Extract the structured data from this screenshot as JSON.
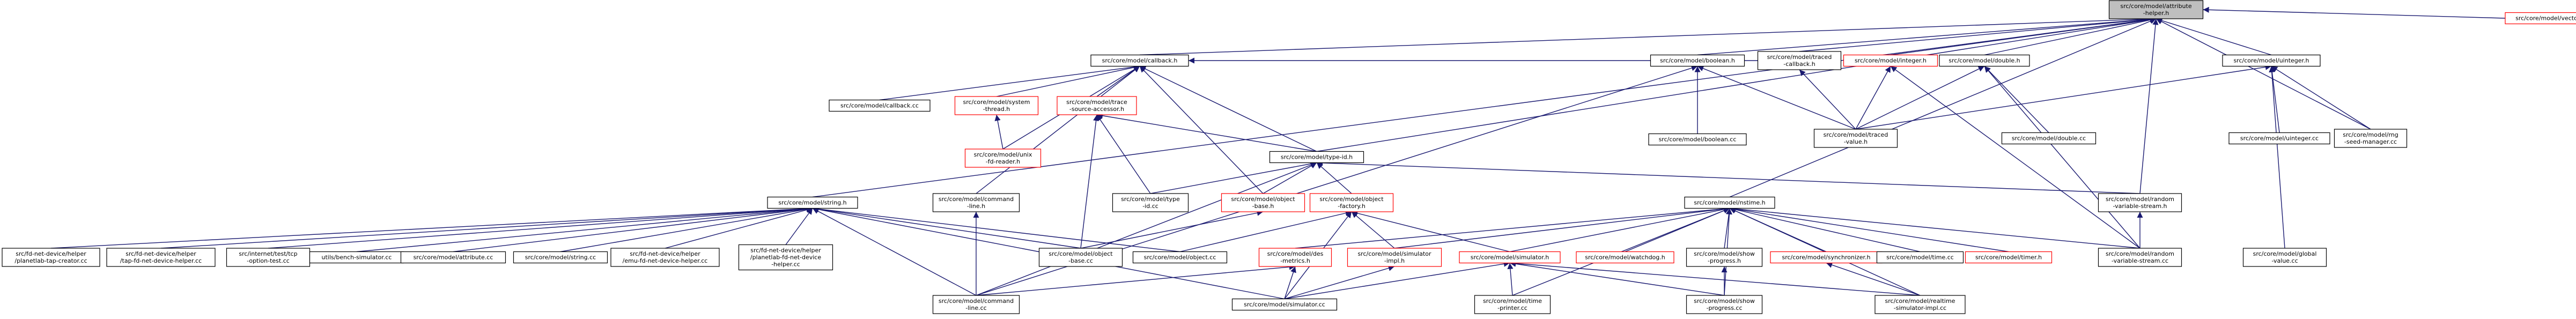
{
  "graph": {
    "nodes": [
      {
        "id": "attr",
        "lines": [
          "src/core/model/attribute",
          "-helper.h"
        ],
        "style": "target"
      },
      {
        "id": "vector",
        "lines": [
          "src/core/model/vector.h"
        ],
        "style": "red"
      },
      {
        "id": "callback",
        "lines": [
          "src/core/model/callback.h"
        ],
        "style": "black"
      },
      {
        "id": "boolean_h",
        "lines": [
          "src/core/model/boolean.h"
        ],
        "style": "black"
      },
      {
        "id": "traced_cb",
        "lines": [
          "src/core/model/traced",
          "-callback.h"
        ],
        "style": "black"
      },
      {
        "id": "integer_h",
        "lines": [
          "src/core/model/integer.h"
        ],
        "style": "red"
      },
      {
        "id": "double_h",
        "lines": [
          "src/core/model/double.h"
        ],
        "style": "black"
      },
      {
        "id": "uinteger_h",
        "lines": [
          "src/core/model/uinteger.h"
        ],
        "style": "black"
      },
      {
        "id": "callback_cc",
        "lines": [
          "src/core/model/callback.cc"
        ],
        "style": "black"
      },
      {
        "id": "sys_thread",
        "lines": [
          "src/core/model/system",
          "-thread.h"
        ],
        "style": "red"
      },
      {
        "id": "trace_src",
        "lines": [
          "src/core/model/trace",
          "-source-accessor.h"
        ],
        "style": "red"
      },
      {
        "id": "unix_fd",
        "lines": [
          "src/core/model/unix",
          "-fd-reader.h"
        ],
        "style": "red"
      },
      {
        "id": "type_id_h",
        "lines": [
          "src/core/model/type-id.h"
        ],
        "style": "black"
      },
      {
        "id": "boolean_cc",
        "lines": [
          "src/core/model/boolean.cc"
        ],
        "style": "black"
      },
      {
        "id": "traced_val",
        "lines": [
          "src/core/model/traced",
          "-value.h"
        ],
        "style": "black"
      },
      {
        "id": "double_cc",
        "lines": [
          "src/core/model/double.cc"
        ],
        "style": "black"
      },
      {
        "id": "uinteger_cc",
        "lines": [
          "src/core/model/uinteger.cc"
        ],
        "style": "black"
      },
      {
        "id": "rng_seed",
        "lines": [
          "src/core/model/rng",
          "-seed-manager.cc"
        ],
        "style": "black"
      },
      {
        "id": "string_h",
        "lines": [
          "src/core/model/string.h"
        ],
        "style": "black"
      },
      {
        "id": "cmdline_h",
        "lines": [
          "src/core/model/command",
          "-line.h"
        ],
        "style": "black"
      },
      {
        "id": "type_id_cc",
        "lines": [
          "src/core/model/type",
          "-id.cc"
        ],
        "style": "black"
      },
      {
        "id": "obj_base_h",
        "lines": [
          "src/core/model/object",
          "-base.h"
        ],
        "style": "red"
      },
      {
        "id": "obj_factory",
        "lines": [
          "src/core/model/object",
          "-factory.h"
        ],
        "style": "red"
      },
      {
        "id": "nstime_h",
        "lines": [
          "src/core/model/nstime.h"
        ],
        "style": "black"
      },
      {
        "id": "rand_var_h",
        "lines": [
          "src/core/model/random",
          "-variable-stream.h"
        ],
        "style": "black"
      },
      {
        "id": "fd_tap",
        "lines": [
          "src/fd-net-device/helper",
          "/planetlab-tap-creator.cc"
        ],
        "style": "black"
      },
      {
        "id": "fd_tap_helper",
        "lines": [
          "src/fd-net-device/helper",
          "/tap-fd-net-device-helper.cc"
        ],
        "style": "black"
      },
      {
        "id": "tcp_opt",
        "lines": [
          "src/internet/test/tcp",
          "-option-test.cc"
        ],
        "style": "black"
      },
      {
        "id": "bench_sim",
        "lines": [
          "utils/bench-simulator.cc"
        ],
        "style": "black"
      },
      {
        "id": "attribute_cc",
        "lines": [
          "src/core/model/attribute.cc"
        ],
        "style": "black"
      },
      {
        "id": "string_cc",
        "lines": [
          "src/core/model/string.cc"
        ],
        "style": "black"
      },
      {
        "id": "emu_fd",
        "lines": [
          "src/fd-net-device/helper",
          "/emu-fd-net-device-helper.cc"
        ],
        "style": "black"
      },
      {
        "id": "planetlab_fd",
        "lines": [
          "src/fd-net-device/helper",
          "/planetlab-fd-net-device",
          "-helper.cc"
        ],
        "style": "black"
      },
      {
        "id": "obj_base_cc",
        "lines": [
          "src/core/model/object",
          "-base.cc"
        ],
        "style": "black"
      },
      {
        "id": "object_cc",
        "lines": [
          "src/core/model/object.cc"
        ],
        "style": "black"
      },
      {
        "id": "des_metrics",
        "lines": [
          "src/core/model/des",
          "-metrics.h"
        ],
        "style": "red"
      },
      {
        "id": "sim_impl_h",
        "lines": [
          "src/core/model/simulator",
          "-impl.h"
        ],
        "style": "red"
      },
      {
        "id": "simulator_h",
        "lines": [
          "src/core/model/simulator.h"
        ],
        "style": "red"
      },
      {
        "id": "watchdog",
        "lines": [
          "src/core/model/watchdog.h"
        ],
        "style": "red"
      },
      {
        "id": "show_prog_h",
        "lines": [
          "src/core/model/show",
          "-progress.h"
        ],
        "style": "black"
      },
      {
        "id": "synchronizer",
        "lines": [
          "src/core/model/synchronizer.h"
        ],
        "style": "red"
      },
      {
        "id": "time_cc",
        "lines": [
          "src/core/model/time.cc"
        ],
        "style": "black"
      },
      {
        "id": "timer_h",
        "lines": [
          "src/core/model/timer.h"
        ],
        "style": "red"
      },
      {
        "id": "rand_var_cc",
        "lines": [
          "src/core/model/random",
          "-variable-stream.cc"
        ],
        "style": "black"
      },
      {
        "id": "global_val",
        "lines": [
          "src/core/model/global",
          "-value.cc"
        ],
        "style": "black"
      },
      {
        "id": "cmdline_cc",
        "lines": [
          "src/core/model/command",
          "-line.cc"
        ],
        "style": "black"
      },
      {
        "id": "simulator_cc",
        "lines": [
          "src/core/model/simulator.cc"
        ],
        "style": "black"
      },
      {
        "id": "time_printer",
        "lines": [
          "src/core/model/time",
          "-printer.cc"
        ],
        "style": "black"
      },
      {
        "id": "show_prog_cc",
        "lines": [
          "src/core/model/show",
          "-progress.cc"
        ],
        "style": "black"
      },
      {
        "id": "realtime_sim",
        "lines": [
          "src/core/model/realtime",
          "-simulator-impl.cc"
        ],
        "style": "black"
      }
    ],
    "edges": [
      [
        "attr",
        "vector"
      ],
      [
        "attr",
        "callback"
      ],
      [
        "attr",
        "boolean_h"
      ],
      [
        "attr",
        "traced_cb"
      ],
      [
        "attr",
        "integer_h"
      ],
      [
        "attr",
        "double_h"
      ],
      [
        "attr",
        "uinteger_h"
      ],
      [
        "attr",
        "string_h"
      ],
      [
        "attr",
        "type_id_h"
      ],
      [
        "attr",
        "nstime_h"
      ],
      [
        "attr",
        "rand_var_h"
      ],
      [
        "attr",
        "rng_seed"
      ],
      [
        "callback",
        "callback_cc"
      ],
      [
        "callback",
        "sys_thread"
      ],
      [
        "callback",
        "trace_src"
      ],
      [
        "callback",
        "unix_fd"
      ],
      [
        "callback",
        "type_id_h"
      ],
      [
        "callback",
        "obj_base_h"
      ],
      [
        "callback",
        "cmdline_h"
      ],
      [
        "callback",
        "traced_cb"
      ],
      [
        "sys_thread",
        "unix_fd"
      ],
      [
        "trace_src",
        "type_id_h"
      ],
      [
        "trace_src",
        "obj_base_cc"
      ],
      [
        "trace_src",
        "type_id_cc"
      ],
      [
        "type_id_h",
        "type_id_cc"
      ],
      [
        "type_id_h",
        "obj_base_h"
      ],
      [
        "type_id_h",
        "obj_factory"
      ],
      [
        "type_id_h",
        "rand_var_h"
      ],
      [
        "type_id_h",
        "cmdline_cc"
      ],
      [
        "obj_base_h",
        "obj_base_cc"
      ],
      [
        "obj_factory",
        "object_cc"
      ],
      [
        "obj_factory",
        "simulator_h"
      ],
      [
        "obj_factory",
        "sim_impl_h"
      ],
      [
        "obj_factory",
        "simulator_cc"
      ],
      [
        "boolean_h",
        "boolean_cc"
      ],
      [
        "boolean_h",
        "traced_val"
      ],
      [
        "boolean_h",
        "cmdline_cc"
      ],
      [
        "traced_cb",
        "traced_val"
      ],
      [
        "integer_h",
        "traced_val"
      ],
      [
        "integer_h",
        "rand_var_cc"
      ],
      [
        "double_h",
        "traced_val"
      ],
      [
        "double_h",
        "double_cc"
      ],
      [
        "double_h",
        "rand_var_cc"
      ],
      [
        "uinteger_h",
        "traced_val"
      ],
      [
        "uinteger_h",
        "uinteger_cc"
      ],
      [
        "uinteger_h",
        "rng_seed"
      ],
      [
        "uinteger_h",
        "global_val"
      ],
      [
        "string_h",
        "fd_tap"
      ],
      [
        "string_h",
        "fd_tap_helper"
      ],
      [
        "string_h",
        "tcp_opt"
      ],
      [
        "string_h",
        "bench_sim"
      ],
      [
        "string_h",
        "attribute_cc"
      ],
      [
        "string_h",
        "string_cc"
      ],
      [
        "string_h",
        "emu_fd"
      ],
      [
        "string_h",
        "planetlab_fd"
      ],
      [
        "string_h",
        "obj_base_cc"
      ],
      [
        "string_h",
        "object_cc"
      ],
      [
        "string_h",
        "cmdline_cc"
      ],
      [
        "string_h",
        "simulator_cc"
      ],
      [
        "cmdline_h",
        "cmdline_cc"
      ],
      [
        "nstime_h",
        "des_metrics"
      ],
      [
        "nstime_h",
        "sim_impl_h"
      ],
      [
        "nstime_h",
        "simulator_h"
      ],
      [
        "nstime_h",
        "watchdog"
      ],
      [
        "nstime_h",
        "show_prog_h"
      ],
      [
        "nstime_h",
        "synchronizer"
      ],
      [
        "nstime_h",
        "time_cc"
      ],
      [
        "nstime_h",
        "timer_h"
      ],
      [
        "nstime_h",
        "rand_var_cc"
      ],
      [
        "nstime_h",
        "show_prog_cc"
      ],
      [
        "nstime_h",
        "time_printer"
      ],
      [
        "nstime_h",
        "realtime_sim"
      ],
      [
        "rand_var_h",
        "rand_var_cc"
      ],
      [
        "des_metrics",
        "cmdline_cc"
      ],
      [
        "des_metrics",
        "simulator_cc"
      ],
      [
        "sim_impl_h",
        "simulator_cc"
      ],
      [
        "simulator_h",
        "simulator_cc"
      ],
      [
        "simulator_h",
        "time_printer"
      ],
      [
        "simulator_h",
        "show_prog_cc"
      ],
      [
        "simulator_h",
        "realtime_sim"
      ],
      [
        "show_prog_h",
        "show_prog_cc"
      ],
      [
        "synchronizer",
        "realtime_sim"
      ]
    ]
  }
}
